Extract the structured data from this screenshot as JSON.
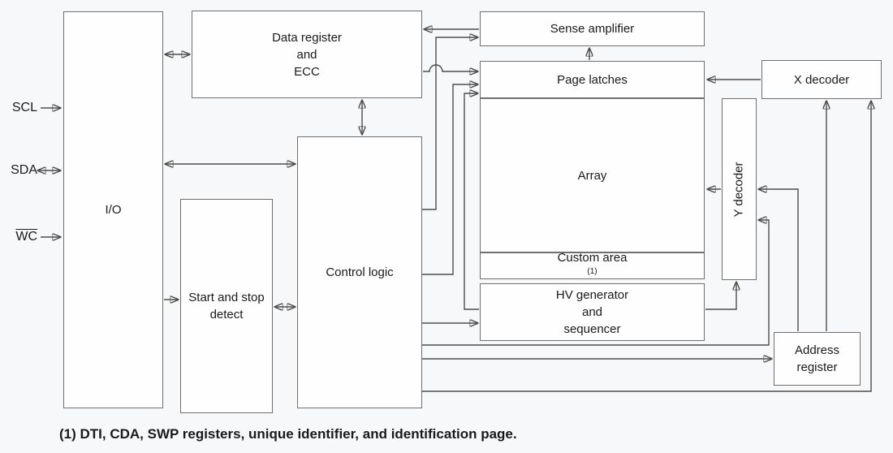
{
  "blocks": {
    "io": {
      "label": "I/O"
    },
    "data_register": {
      "line1": "Data register",
      "line2": "and",
      "line3": "ECC"
    },
    "sense_amplifier": {
      "label": "Sense amplifier"
    },
    "page_latches": {
      "label": "Page latches"
    },
    "array": {
      "label": "Array"
    },
    "custom_area": {
      "label": "Custom area",
      "sup": "(1)"
    },
    "hv_generator": {
      "line1": "HV generator",
      "line2": "and",
      "line3": "sequencer"
    },
    "control_logic": {
      "label": "Control logic"
    },
    "start_stop_detect": {
      "line1": "Start and stop",
      "line2": "detect"
    },
    "y_decoder": {
      "label": "Y decoder"
    },
    "x_decoder": {
      "label": "X decoder"
    },
    "address_register": {
      "line1": "Address",
      "line2": "register"
    }
  },
  "signals": {
    "scl": {
      "label": "SCL",
      "direction": "in"
    },
    "sda": {
      "label": "SDA",
      "direction": "bidirectional"
    },
    "wc": {
      "label": "WC",
      "overline": true,
      "direction": "in"
    }
  },
  "footnote": "(1) DTI, CDA, SWP registers, unique identifier, and identification page.",
  "colors": {
    "background": "#f7f8fa",
    "block_fill": "#fefefe",
    "block_border": "#6f6f6f",
    "wire": "#4d4d4d",
    "arrowhead": "#111111",
    "text": "#1a1a1a"
  }
}
